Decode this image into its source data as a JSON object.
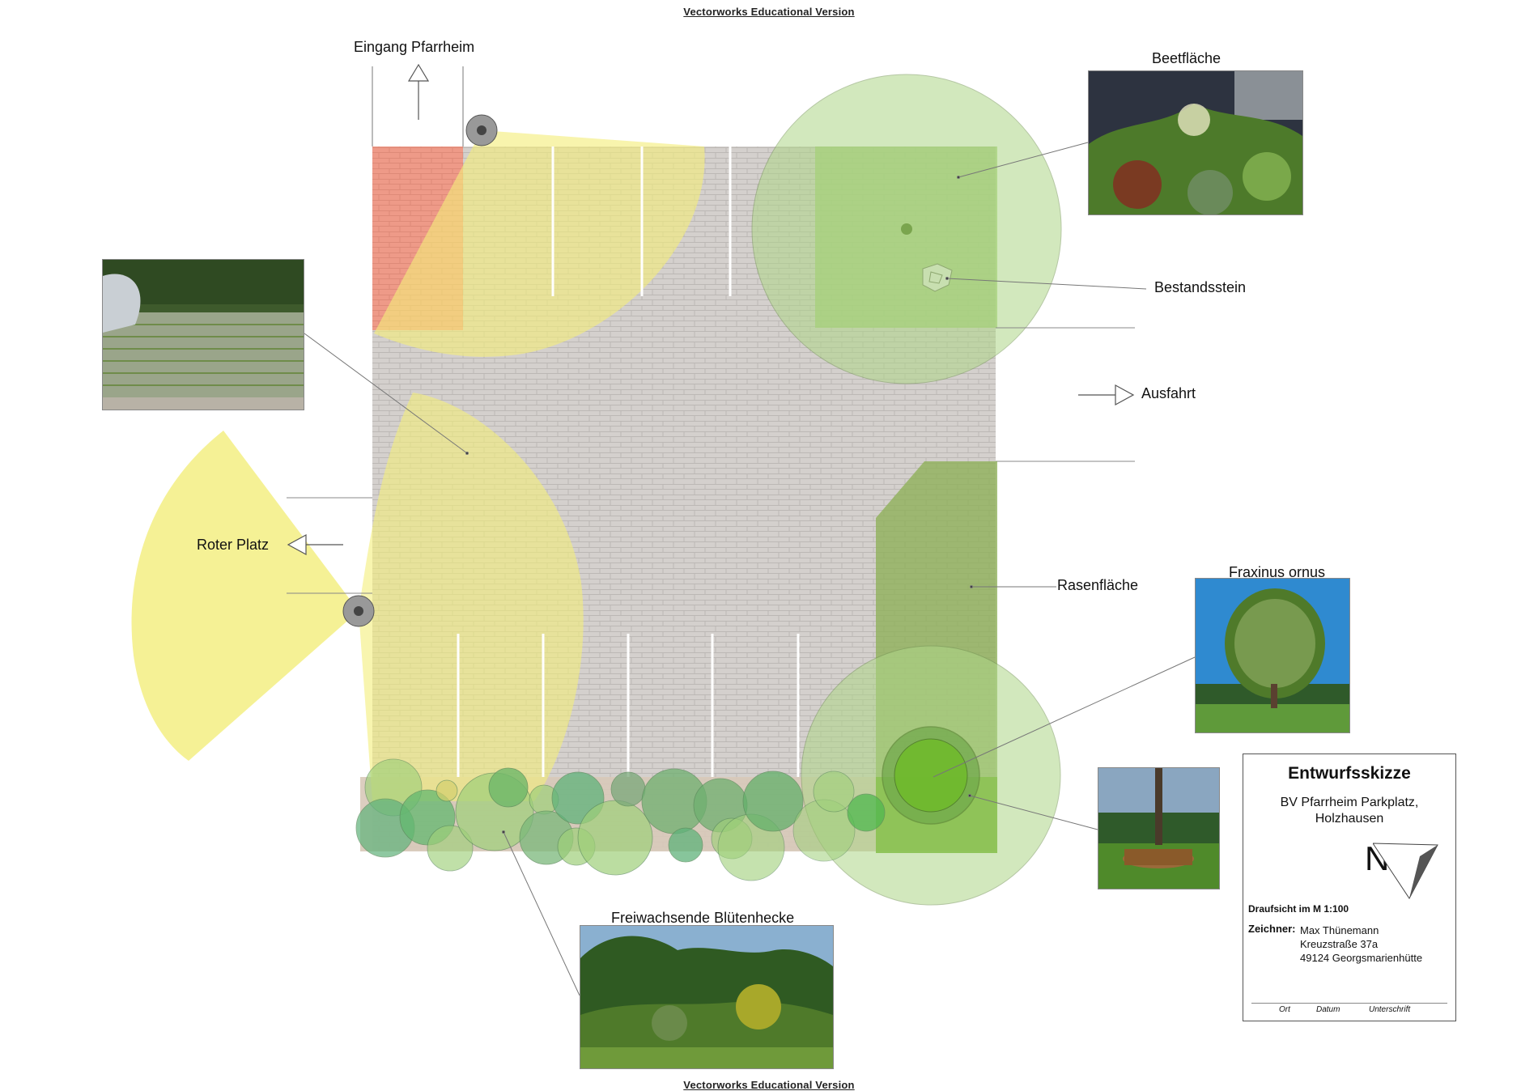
{
  "watermark_top": "Vectorworks Educational Version",
  "watermark_bottom": "Vectorworks Educational Version",
  "labels": {
    "entrance": "Eingang Pfarrheim",
    "bed_area": "Beetfläche",
    "stone": "Bestandsstein",
    "exit": "Ausfahrt",
    "red_square": "Roter Platz",
    "lawn": "Rasenfläche",
    "tree": "Fraxinus ornus",
    "hedge": "Freiwachsende Blütenhecke"
  },
  "photos": {
    "parking": "parking-pavers-photo",
    "bed": "flower-bed-photo",
    "tree": "fraxinus-ornus-tree-photo",
    "bench": "tree-bench-photo",
    "hedge": "flowering-hedge-photo"
  },
  "title_block": {
    "title": "Entwurfsskizze",
    "project": "BV Pfarrheim Parkplatz,\nHolzhausen",
    "north": "N",
    "scale": "Draufsicht im M 1:100",
    "drawer_label": "Zeichner:",
    "drawer_value": "Max Thünemann\nKreuzstraße 37a\n49124 Georgsmarienhütte",
    "sign_place": "Ort",
    "sign_date": "Datum",
    "sign_signature": "Unterschrift"
  },
  "colors": {
    "paving": "#d4d0cd",
    "paving_line": "#bcb8b5",
    "red_area": "#ee9a88",
    "light_cone": "#f3ee7a",
    "bed_green": "#9ccc6a",
    "lawn_green": "#8fb05a",
    "tree_green": "#7cbf3c",
    "hedge_strip": "#d8c9b9"
  }
}
